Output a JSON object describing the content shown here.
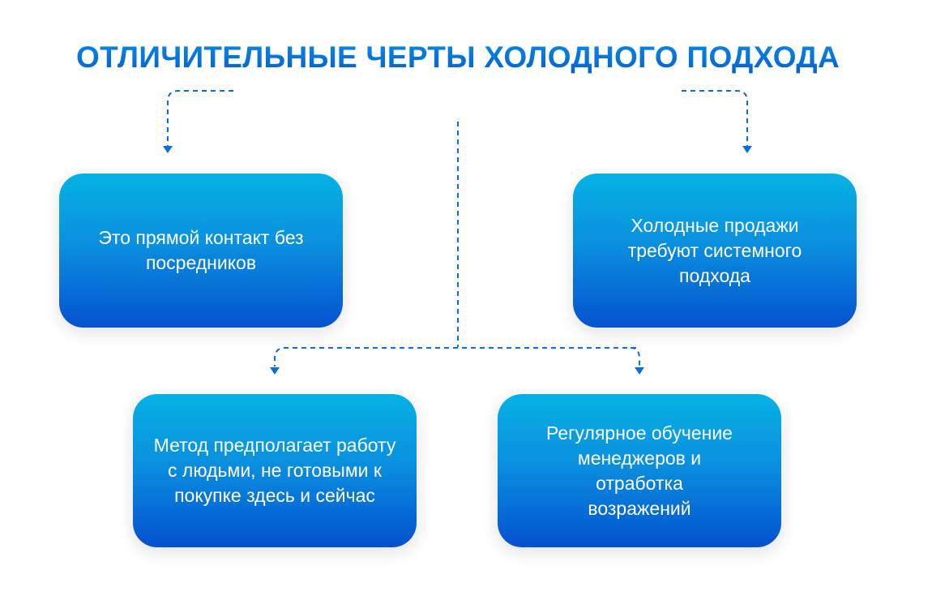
{
  "title": "ОТЛИЧИТЕЛЬНЫЕ ЧЕРТЫ ХОЛОДНОГО ПОДХОДА",
  "boxes": [
    {
      "text": "Это прямой контакт без посредников"
    },
    {
      "text": "Холодные продажи требуют системного подхода"
    },
    {
      "text": "Метод предполагает работу с людьми, не готовыми к покупке здесь и сейчас"
    },
    {
      "text": "Регулярное обучение менеджеров и отработка возражений"
    }
  ],
  "colors": {
    "accent": "#0a6fd8",
    "box_top": "#06b2e4",
    "box_bottom": "#0552cf"
  }
}
